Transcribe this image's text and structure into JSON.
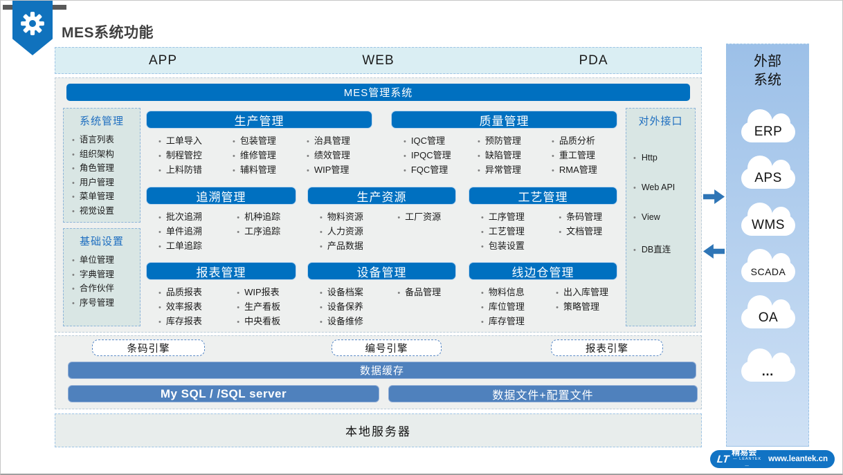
{
  "header": {
    "title": "MES系统功能"
  },
  "top_bar": {
    "items": [
      "APP",
      "WEB",
      "PDA"
    ]
  },
  "mes_panel": {
    "title": "MES管理系统",
    "left_boxes": [
      {
        "title": "系统管理",
        "items": [
          "语言列表",
          "组织架构",
          "角色管理",
          "用户管理",
          "菜单管理",
          "视觉设置"
        ]
      },
      {
        "title": "基础设置",
        "items": [
          "单位管理",
          "字典管理",
          "合作伙伴",
          "序号管理"
        ]
      }
    ],
    "modules": [
      {
        "title": "生产管理",
        "columns": [
          [
            "工单导入",
            "制程管控",
            "上料防错"
          ],
          [
            "包装管理",
            "维修管理",
            "辅料管理"
          ],
          [
            "治具管理",
            "绩效管理",
            "WIP管理"
          ]
        ]
      },
      {
        "title": "质量管理",
        "columns": [
          [
            "IQC管理",
            "IPQC管理",
            "FQC管理"
          ],
          [
            "预防管理",
            "缺陷管理",
            "异常管理"
          ],
          [
            "品质分析",
            "重工管理",
            "RMA管理"
          ]
        ]
      },
      {
        "title": "追溯管理",
        "columns": [
          [
            "批次追溯",
            "单件追溯",
            "工单追踪"
          ],
          [
            "机种追踪",
            "工序追踪"
          ]
        ]
      },
      {
        "title": "生产资源",
        "columns": [
          [
            "物料资源",
            "人力资源",
            "产品数据"
          ],
          [
            "工厂资源"
          ]
        ]
      },
      {
        "title": "工艺管理",
        "columns": [
          [
            "工序管理",
            "工艺管理",
            "包装设置"
          ],
          [
            "条码管理",
            "文档管理"
          ]
        ]
      },
      {
        "title": "报表管理",
        "columns": [
          [
            "品质报表",
            "效率报表",
            "库存报表"
          ],
          [
            "WIP报表",
            "生产看板",
            "中央看板"
          ]
        ]
      },
      {
        "title": "设备管理",
        "columns": [
          [
            "设备档案",
            "设备保养",
            "设备维修"
          ],
          [
            "备品管理"
          ]
        ]
      },
      {
        "title": "线边仓管理",
        "columns": [
          [
            "物料信息",
            "库位管理",
            "库存管理"
          ],
          [
            "出入库管理",
            "策略管理"
          ]
        ]
      }
    ],
    "interface_box": {
      "title": "对外接口",
      "items": [
        "Http",
        "Web API",
        "View",
        "DB直连"
      ]
    }
  },
  "middleware": {
    "engines": [
      "条码引擎",
      "编号引擎",
      "报表引擎"
    ],
    "cache_bar": "数据缓存",
    "db_bars": [
      "My SQL / /SQL server",
      "数据文件+配置文件"
    ]
  },
  "server_bar": "本地服务器",
  "external": {
    "title": "外部\n系统",
    "systems": [
      "ERP",
      "APS",
      "WMS",
      "SCADA",
      "OA",
      "…"
    ]
  },
  "footer": {
    "logo": "LT",
    "brand": "精易会",
    "brand_sub": "— LEANTEK —",
    "url": "www.leantek.cn"
  },
  "colors": {
    "header_blue": "#0070c0",
    "bar_blue": "#4f81bd",
    "light_blue_bg": "#daeef3",
    "teal_box_bg": "#d9e6e4",
    "panel_bg": "#eef0ef",
    "server_bar_bg": "#e8edec",
    "external_top": "#9cc0e8",
    "external_bottom": "#cfe1f5",
    "arrow_blue": "#2e75b6",
    "footer_blue": "#1173c4",
    "title_gray": "#3f3f3f",
    "strip_gray": "#595959",
    "pennant_blue": "#1072bd",
    "text_dark": "#1a1a1a"
  }
}
